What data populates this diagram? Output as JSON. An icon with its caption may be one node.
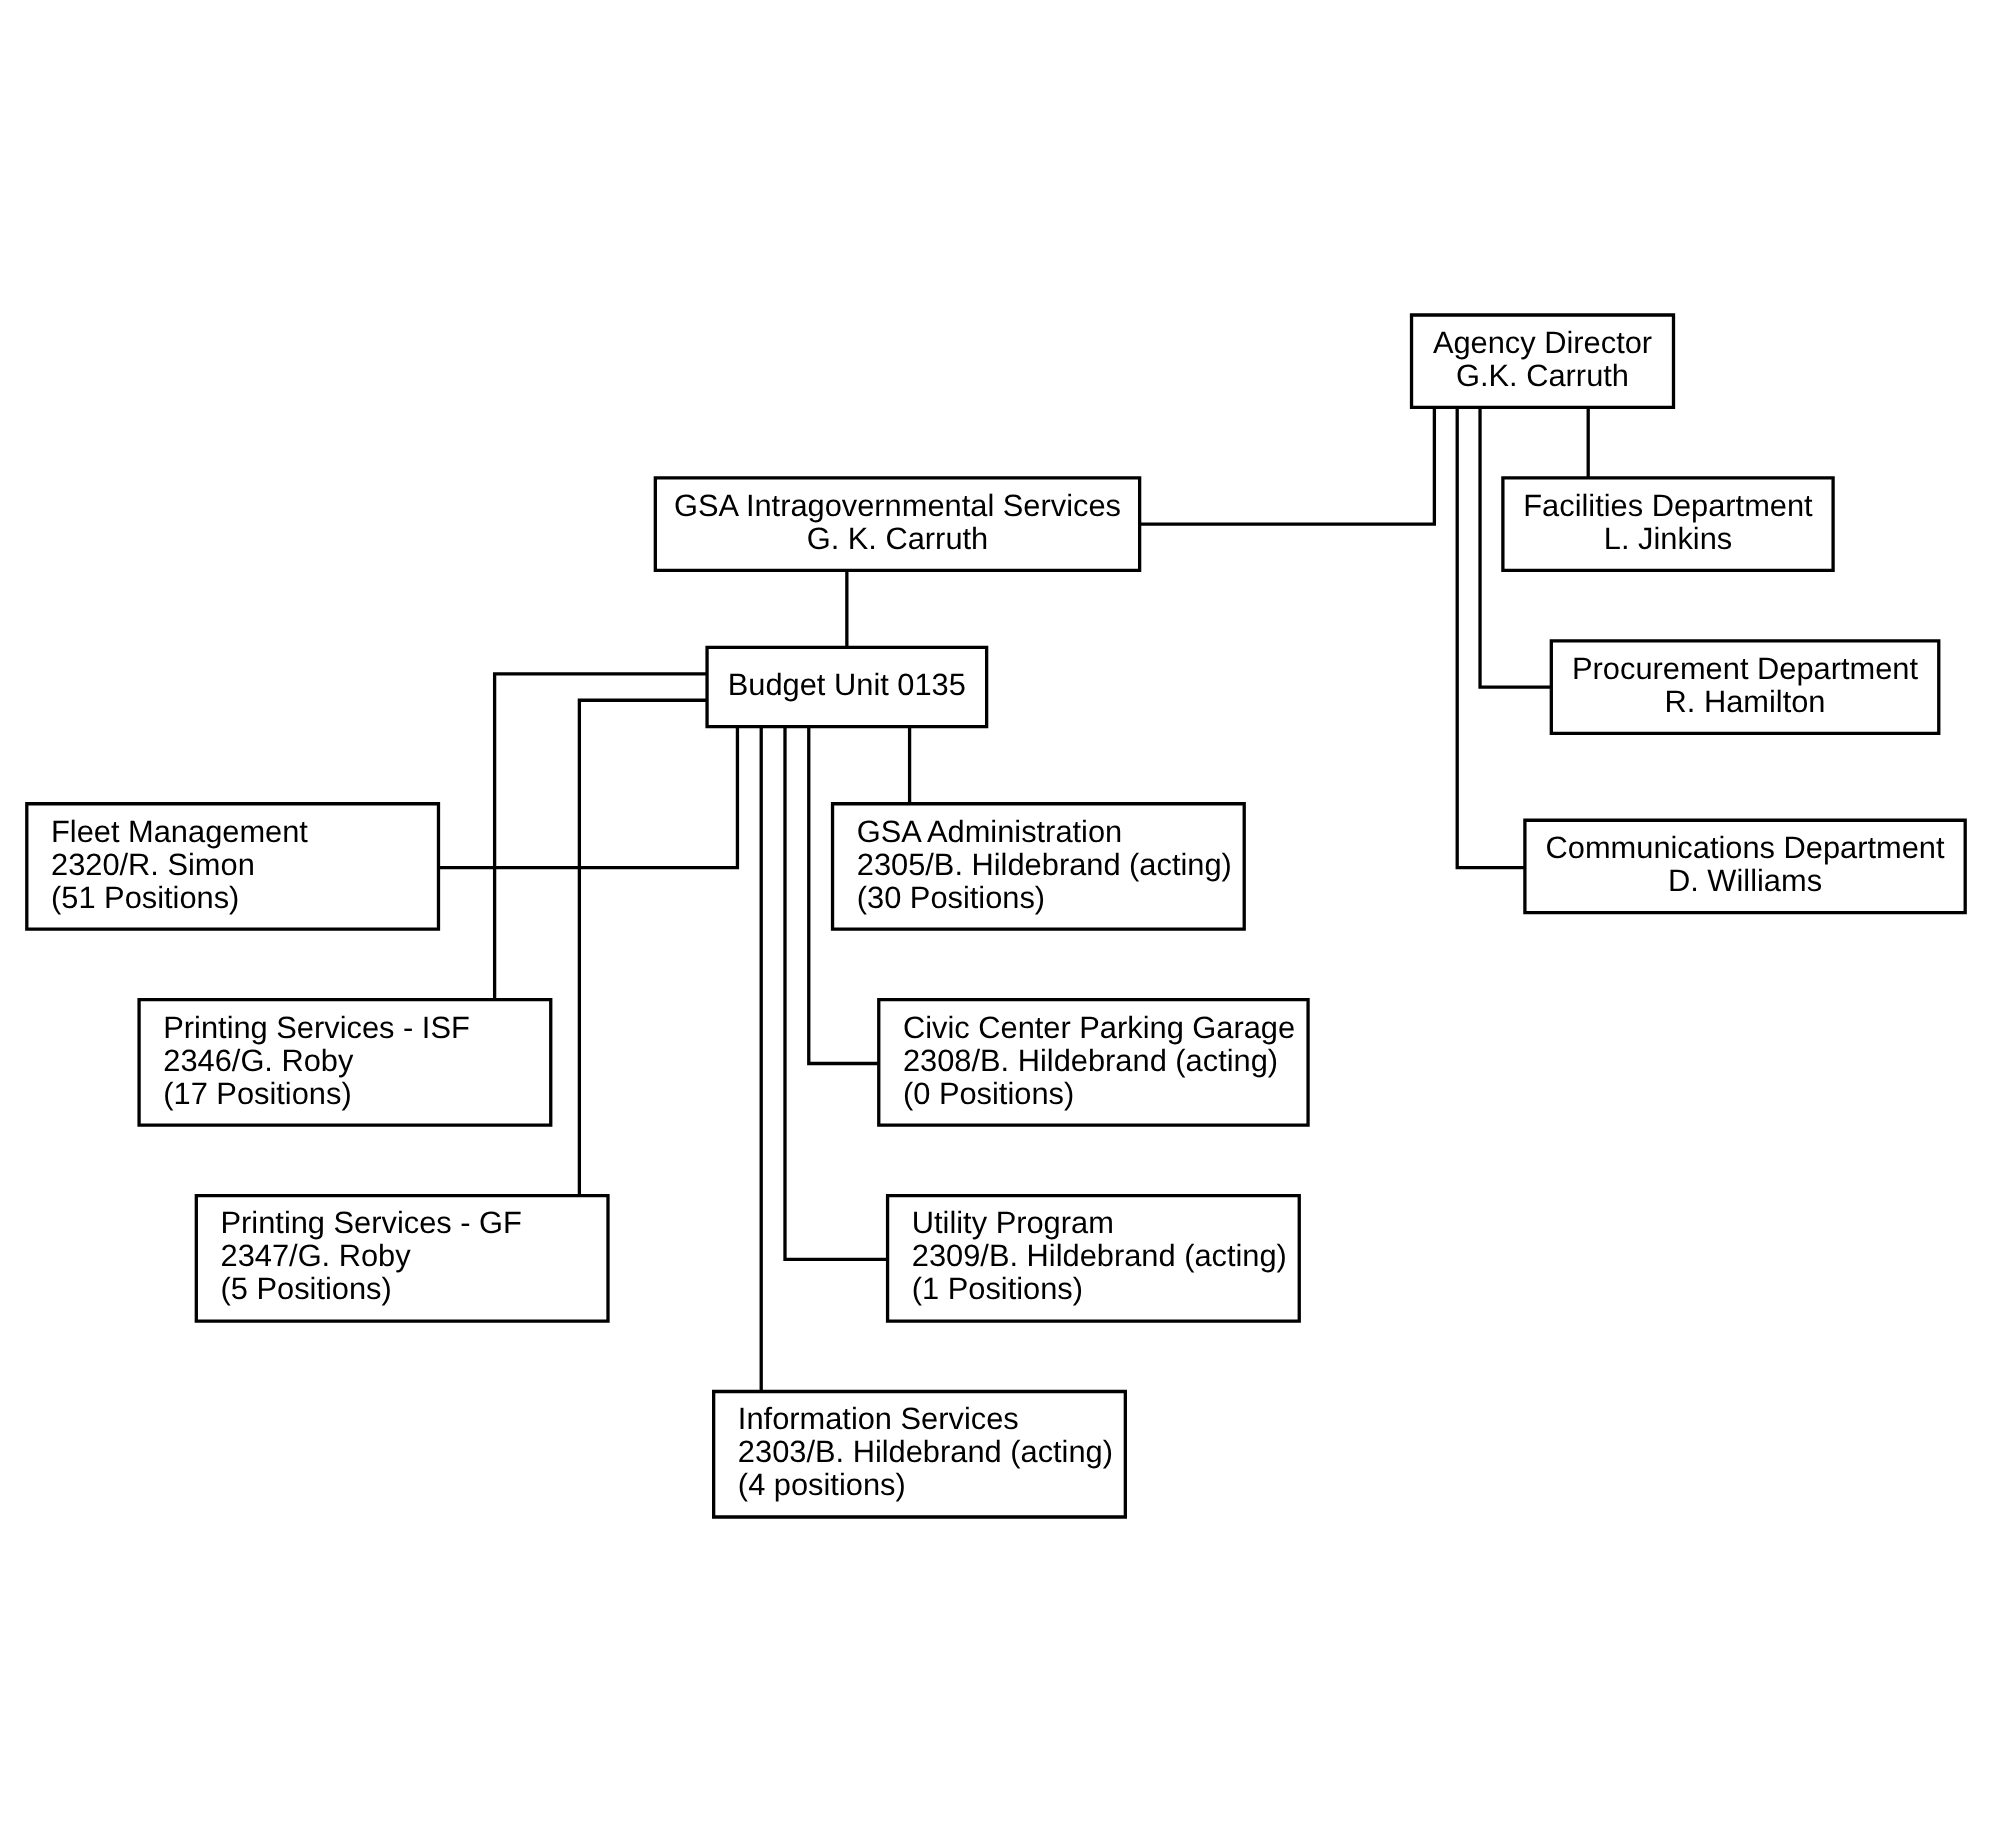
{
  "diagram": {
    "nodes": [
      {
        "text": [
          "Agency Director",
          "G.K. Carruth"
        ]
      },
      {
        "text": [
          "GSA Intragovernmental Services",
          "G. K. Carruth"
        ]
      },
      {
        "text": [
          "Facilities Department",
          "L. Jinkins"
        ]
      },
      {
        "text": [
          "Procurement Department",
          "R. Hamilton"
        ]
      },
      {
        "text": [
          "Communications Department",
          "D. Williams"
        ]
      },
      {
        "text": [
          "Budget Unit 0135"
        ]
      },
      {
        "text": [
          "GSA Administration",
          "2305/B. Hildebrand (acting)",
          "(30 Positions)"
        ]
      },
      {
        "text": [
          "Fleet Management",
          "2320/R. Simon",
          "(51 Positions)"
        ]
      },
      {
        "text": [
          "Civic Center Parking Garage",
          "2308/B. Hildebrand (acting)",
          "(0 Positions)"
        ]
      },
      {
        "text": [
          "Printing Services - ISF",
          "2346/G. Roby",
          "(17 Positions)"
        ]
      },
      {
        "text": [
          "Utility Program",
          "2309/B. Hildebrand (acting)",
          "(1 Positions)"
        ]
      },
      {
        "text": [
          "Printing Services - GF",
          "2347/G. Roby",
          "(5 Positions)"
        ]
      },
      {
        "text": [
          "Information Services",
          "2303/B. Hildebrand (acting)",
          "(4 positions)"
        ]
      }
    ],
    "edges": [
      {
        "from": 0,
        "to": 1,
        "arrow": "none"
      },
      {
        "from": 0,
        "to": 2,
        "arrow": "none"
      },
      {
        "from": 0,
        "to": 3,
        "arrow": "none"
      },
      {
        "from": 0,
        "to": 4,
        "arrow": "none"
      },
      {
        "from": 1,
        "to": 5,
        "arrow": "none"
      },
      {
        "from": 5,
        "to": 6,
        "arrow": "none"
      },
      {
        "from": 5,
        "to": 7,
        "arrow": "none"
      },
      {
        "from": 5,
        "to": 8,
        "arrow": "none"
      },
      {
        "from": 5,
        "to": 9,
        "arrow": "none"
      },
      {
        "from": 5,
        "to": 10,
        "arrow": "none"
      },
      {
        "from": 5,
        "to": 11,
        "arrow": "none"
      },
      {
        "from": 5,
        "to": 12,
        "arrow": "none"
      }
    ]
  }
}
